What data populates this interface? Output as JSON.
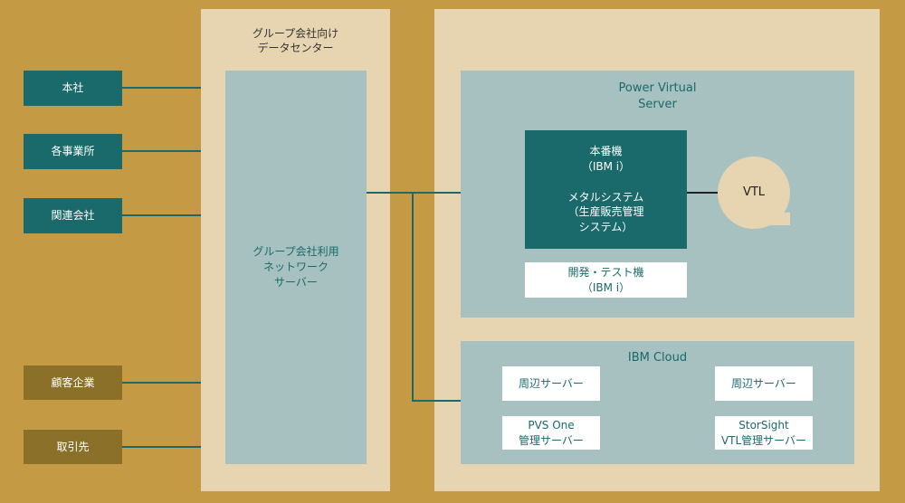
{
  "left_nodes": [
    "本社",
    "各事業所",
    "関連会社",
    "顧客企業",
    "取引先"
  ],
  "datacenter": {
    "title": "グループ会社向け\nデータセンター",
    "network": "グループ会社利用\nネットワーク\nサーバー"
  },
  "pvs": {
    "title": "Power Virtual\nServer",
    "production": "本番機\n（IBM i）\n\nメタルシステム\n（生産販売管理\nシステム）",
    "dev": "開発・テスト機\n（IBM i）",
    "vtl": "VTL"
  },
  "cloud": {
    "title": "IBM Cloud",
    "servers": [
      "周辺サーバー",
      "周辺サーバー",
      "PVS One\n管理サーバー",
      "StorSight\nVTL管理サーバー"
    ]
  },
  "colors": {
    "background": "#C49A44",
    "teal": "#1A6A6B",
    "olive": "#8A7028",
    "panel": "#E6D5B0",
    "blue": "#A7C0C0"
  }
}
